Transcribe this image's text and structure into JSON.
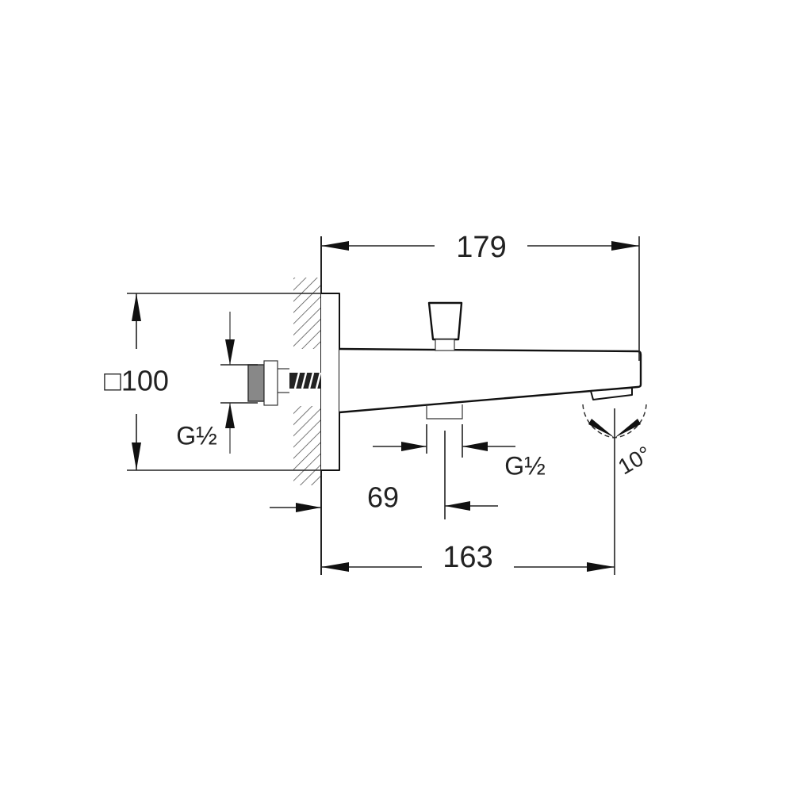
{
  "dimensions": {
    "overall_length": "179",
    "plate_size": "□100",
    "inlet_thread": "G½",
    "diverter_thread": "G½",
    "diverter_offset": "69",
    "projection": "163",
    "outlet_angle": "10°"
  }
}
